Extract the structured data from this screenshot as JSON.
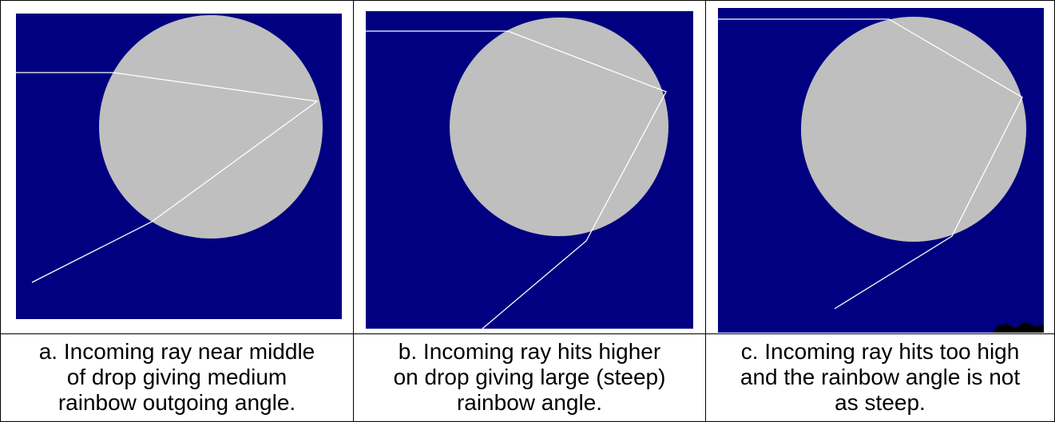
{
  "colors": {
    "background": "#000080",
    "drop": "#bfbfbf",
    "ray": "#ffffff",
    "border": "#000000"
  },
  "panels": [
    {
      "id": "a",
      "caption_lines": [
        "a. Incoming ray near middle",
        "of drop giving medium",
        "rainbow outgoing angle."
      ]
    },
    {
      "id": "b",
      "caption_lines": [
        "b. Incoming ray hits higher",
        "on drop giving large (steep)",
        "rainbow angle."
      ]
    },
    {
      "id": "c",
      "caption_lines": [
        "c. Incoming ray hits too high",
        "and the rainbow angle is not",
        "as steep."
      ]
    }
  ]
}
